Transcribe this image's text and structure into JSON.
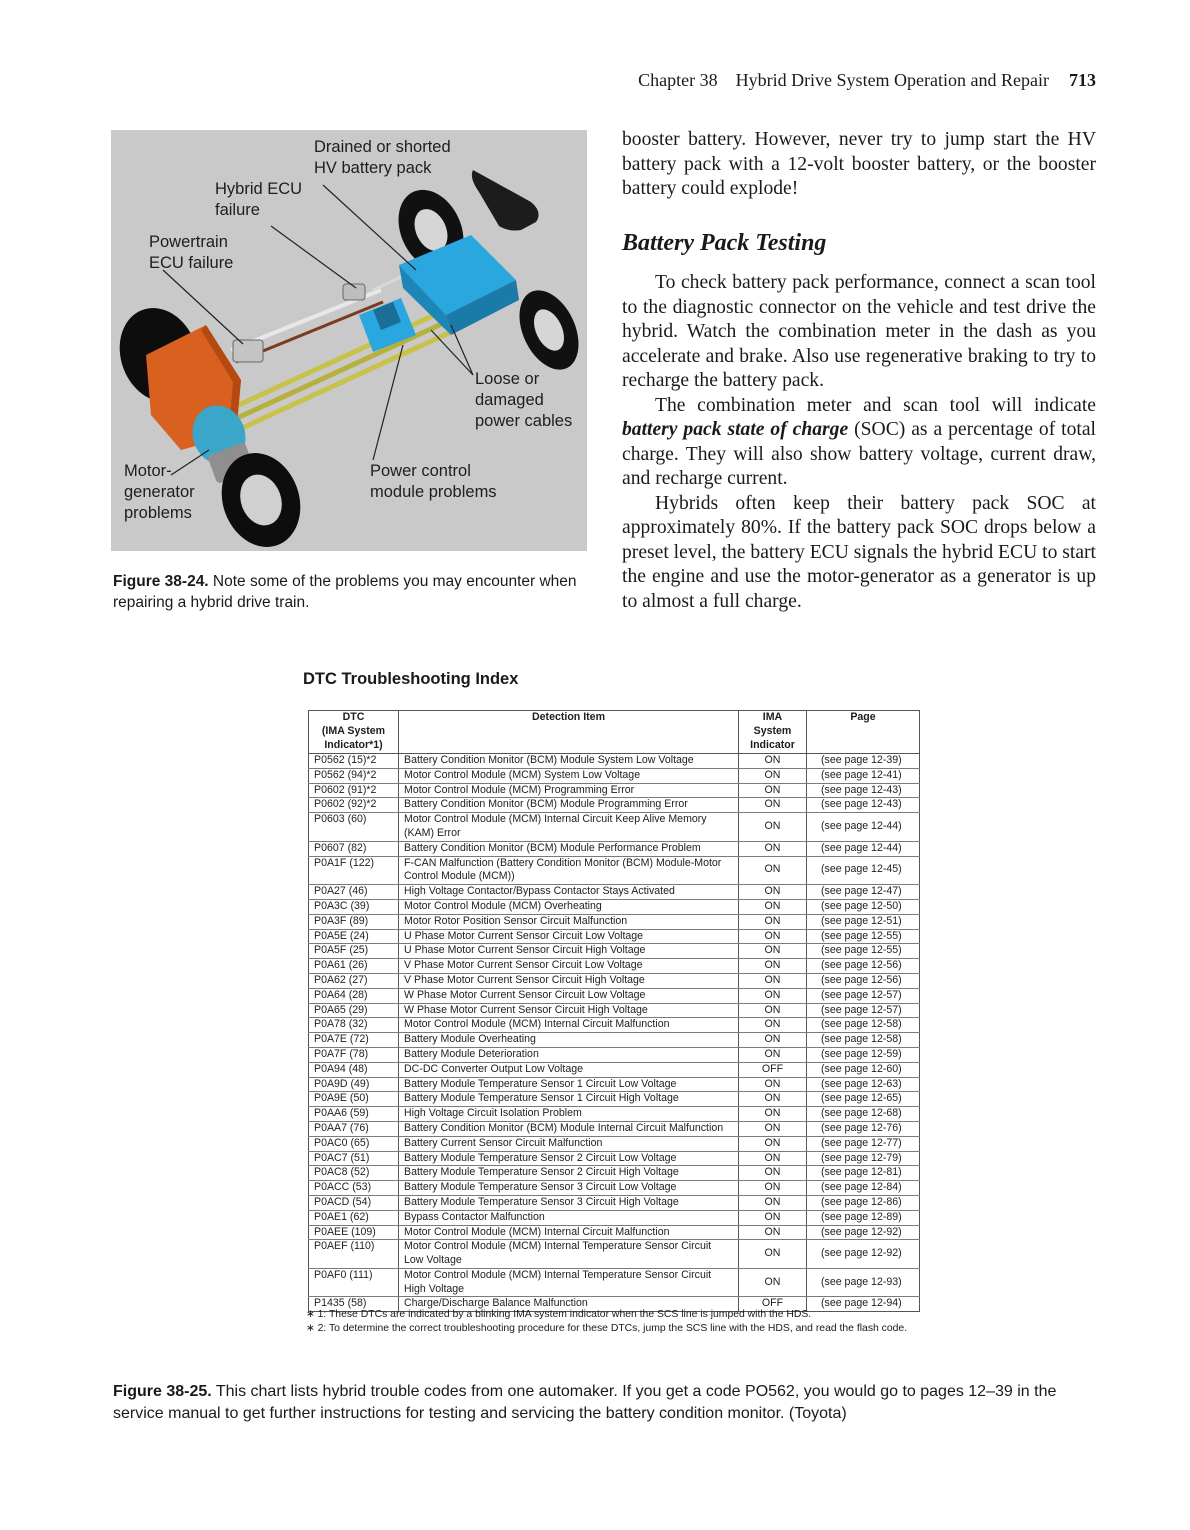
{
  "header": {
    "chapter": "Chapter 38    Hybrid Drive System Operation and Repair",
    "page_number": "713"
  },
  "figure1": {
    "labels": {
      "drained": "Drained or shorted\nHV battery pack",
      "hybrid_ecu": "Hybrid ECU\nfailure",
      "powertrain_ecu": "Powertrain\nECU failure",
      "loose_cables": "Loose or\ndamaged\npower cables",
      "motor_generator": "Motor-\ngenerator\nproblems",
      "power_control": "Power control\nmodule problems"
    },
    "caption_number": "Figure 38-24.",
    "caption_text": " Note some of the problems you may encounter when repairing a hybrid drive train.",
    "colors": {
      "battery": "#2aa7de",
      "engine": "#d9611f",
      "motor": "#3aa6c9",
      "cable": "#c9c24a",
      "background": "#c9c9c9"
    }
  },
  "right_column": {
    "intro": "booster battery. However, never try to jump start the HV battery pack with a 12-volt booster battery, or the booster battery could explode!",
    "section_title": "Battery Pack Testing",
    "p1": "To check battery pack performance, connect a scan tool to the diagnostic connector on the vehicle and test drive the hybrid. Watch the combination meter in the dash as you accelerate and brake. Also use regenerative braking to try to recharge the battery pack.",
    "p2_before": "The combination meter and scan tool will indicate ",
    "p2_term": "battery pack state of charge",
    "p2_after": " (SOC) as a percentage of total charge. They will also show battery voltage, current draw, and recharge current.",
    "p3": "Hybrids often keep their battery pack SOC at approximately 80%. If the battery pack SOC drops below a preset level, the battery ECU signals the hybrid ECU to start the engine and use the motor-generator as a generator is up to almost a full charge."
  },
  "dtc_table": {
    "title": "DTC Troubleshooting Index",
    "headers": {
      "dtc": "DTC\n(IMA System\nIndicator*1)",
      "detection": "Detection Item",
      "ima": "IMA\nSystem\nIndicator",
      "page": "Page"
    },
    "rows": [
      [
        "P0562 (15)*2",
        "Battery Condition Monitor (BCM) Module System Low Voltage",
        "ON",
        "(see page 12-39)"
      ],
      [
        "P0562 (94)*2",
        "Motor Control Module (MCM) System Low Voltage",
        "ON",
        "(see page 12-41)"
      ],
      [
        "P0602 (91)*2",
        "Motor Control Module (MCM) Programming Error",
        "ON",
        "(see page 12-43)"
      ],
      [
        "P0602 (92)*2",
        "Battery Condition Monitor (BCM) Module Programming Error",
        "ON",
        "(see page 12-43)"
      ],
      [
        "P0603 (60)",
        "Motor Control Module (MCM) Internal Circuit Keep Alive Memory (KAM) Error",
        "ON",
        "(see page 12-44)"
      ],
      [
        "P0607 (82)",
        "Battery Condition Monitor (BCM) Module Performance Problem",
        "ON",
        "(see page 12-44)"
      ],
      [
        "P0A1F (122)",
        "F-CAN Malfunction (Battery Condition Monitor (BCM) Module-Motor Control Module (MCM))",
        "ON",
        "(see page 12-45)"
      ],
      [
        "P0A27 (46)",
        "High Voltage Contactor/Bypass Contactor Stays Activated",
        "ON",
        "(see page 12-47)"
      ],
      [
        "P0A3C (39)",
        "Motor Control Module (MCM) Overheating",
        "ON",
        "(see page 12-50)"
      ],
      [
        "P0A3F (89)",
        "Motor Rotor Position Sensor Circuit Malfunction",
        "ON",
        "(see page 12-51)"
      ],
      [
        "P0A5E (24)",
        "U Phase Motor Current Sensor Circuit Low Voltage",
        "ON",
        "(see page 12-55)"
      ],
      [
        "P0A5F (25)",
        "U Phase Motor Current Sensor Circuit High Voltage",
        "ON",
        "(see page 12-55)"
      ],
      [
        "P0A61 (26)",
        "V Phase Motor Current Sensor Circuit Low Voltage",
        "ON",
        "(see page 12-56)"
      ],
      [
        "P0A62 (27)",
        "V Phase Motor Current Sensor Circuit High Voltage",
        "ON",
        "(see page 12-56)"
      ],
      [
        "P0A64 (28)",
        "W Phase Motor Current Sensor Circuit Low Voltage",
        "ON",
        "(see page 12-57)"
      ],
      [
        "P0A65 (29)",
        "W Phase Motor Current Sensor Circuit High Voltage",
        "ON",
        "(see page 12-57)"
      ],
      [
        "P0A78 (32)",
        "Motor Control Module (MCM) Internal Circuit Malfunction",
        "ON",
        "(see page 12-58)"
      ],
      [
        "P0A7E (72)",
        "Battery Module Overheating",
        "ON",
        "(see page 12-58)"
      ],
      [
        "P0A7F (78)",
        "Battery Module Deterioration",
        "ON",
        "(see page 12-59)"
      ],
      [
        "P0A94 (48)",
        "DC-DC Converter Output Low Voltage",
        "OFF",
        "(see page 12-60)"
      ],
      [
        "P0A9D (49)",
        "Battery Module Temperature Sensor 1 Circuit Low Voltage",
        "ON",
        "(see page 12-63)"
      ],
      [
        "P0A9E (50)",
        "Battery Module Temperature Sensor 1 Circuit High Voltage",
        "ON",
        "(see page 12-65)"
      ],
      [
        "P0AA6 (59)",
        "High Voltage Circuit Isolation Problem",
        "ON",
        "(see page 12-68)"
      ],
      [
        "P0AA7 (76)",
        "Battery Condition Monitor (BCM) Module Internal Circuit Malfunction",
        "ON",
        "(see page 12-76)"
      ],
      [
        "P0AC0 (65)",
        "Battery Current Sensor Circuit Malfunction",
        "ON",
        "(see page 12-77)"
      ],
      [
        "P0AC7 (51)",
        "Battery Module Temperature Sensor 2 Circuit Low Voltage",
        "ON",
        "(see page 12-79)"
      ],
      [
        "P0AC8 (52)",
        "Battery Module Temperature Sensor 2 Circuit High Voltage",
        "ON",
        "(see page 12-81)"
      ],
      [
        "P0ACC (53)",
        "Battery Module Temperature Sensor 3 Circuit Low Voltage",
        "ON",
        "(see page 12-84)"
      ],
      [
        "P0ACD (54)",
        "Battery Module Temperature Sensor 3 Circuit High Voltage",
        "ON",
        "(see page 12-86)"
      ],
      [
        "P0AE1 (62)",
        "Bypass Contactor Malfunction",
        "ON",
        "(see page 12-89)"
      ],
      [
        "P0AEE (109)",
        "Motor Control Module (MCM) Internal Circuit Malfunction",
        "ON",
        "(see page 12-92)"
      ],
      [
        "P0AEF (110)",
        "Motor Control Module (MCM) Internal Temperature Sensor Circuit Low Voltage",
        "ON",
        "(see page 12-92)"
      ],
      [
        "P0AF0 (111)",
        "Motor Control Module (MCM) Internal Temperature Sensor Circuit High Voltage",
        "ON",
        "(see page 12-93)"
      ],
      [
        "P1435 (58)",
        "Charge/Discharge Balance Malfunction",
        "OFF",
        "(see page 12-94)"
      ]
    ],
    "footnotes": [
      "∗ 1: These DTCs are indicated by a blinking IMA system indicator when the SCS line is jumped with the HDS.",
      "∗ 2: To determine the correct troubleshooting procedure for these DTCs, jump the SCS line with the HDS, and read the flash code."
    ]
  },
  "figure2": {
    "caption_number": "Figure 38-25.",
    "caption_text": " This chart lists hybrid trouble codes from one automaker. If you get a code PO562, you would go to pages 12–39 in the service manual to get further instructions for testing and servicing the battery condition monitor. (Toyota)"
  }
}
